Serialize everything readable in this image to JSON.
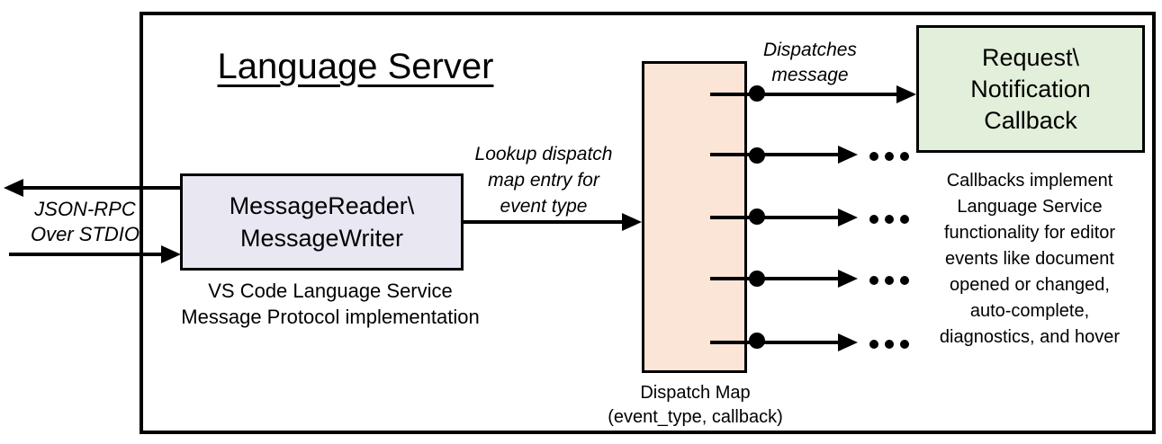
{
  "diagram": {
    "title": "Language Server",
    "io_label": "JSON-RPC\nOver STDIO",
    "reader_box_label": "MessageReader\\\nMessageWriter",
    "reader_caption": "VS Code Language Service\nMessage Protocol implementation",
    "lookup_label": "Lookup dispatch\nmap entry for\nevent type",
    "dispatches_label": "Dispatches\nmessage",
    "callback_box_label": "Request\\\nNotification\nCallback",
    "callback_caption": "Callbacks implement\nLanguage Service\nfunctionality for editor\nevents like document\nopened or changed,\nauto-complete,\ndiagnostics, and hover",
    "map_label": "Dispatch Map\n(event_type, callback)",
    "map_cells": 5,
    "colors": {
      "reader_fill": "#E8E7F2",
      "map_fill": "#FBE5D6",
      "callback_fill": "#E2EFDA",
      "line": "#000000"
    }
  }
}
